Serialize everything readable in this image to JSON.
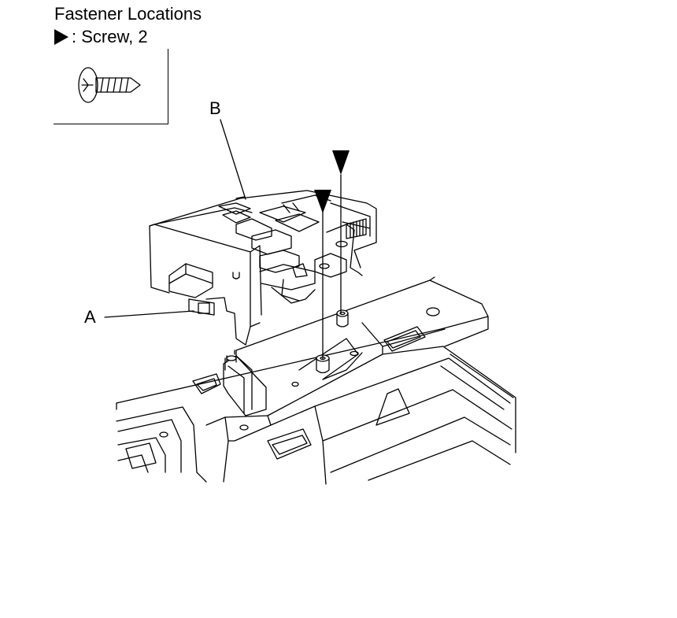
{
  "legend": {
    "title": "Fastener Locations",
    "screw_separator": ": ",
    "screw_text": "Screw, 2"
  },
  "callouts": {
    "a": "A",
    "b": "B"
  },
  "icons": {
    "fastener_marker": "triangle-marker-icon",
    "screw": "screw-icon"
  }
}
